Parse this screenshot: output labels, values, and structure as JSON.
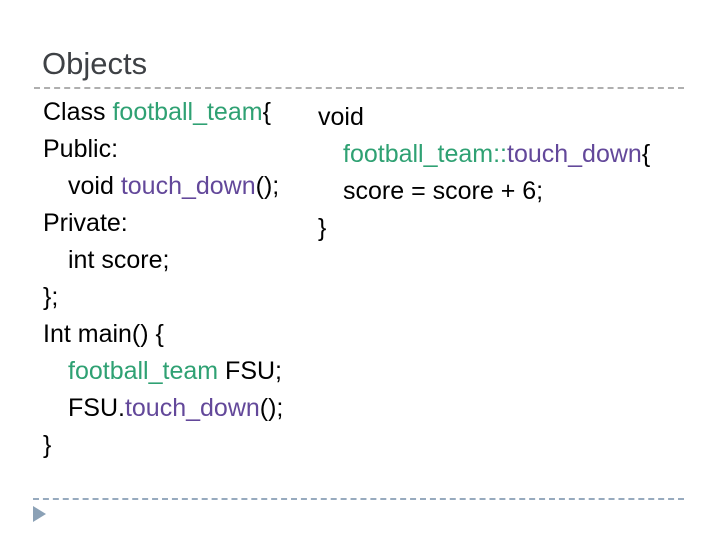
{
  "slide": {
    "title": "Objects"
  },
  "colors": {
    "title": "#3E4145",
    "code_default": "#000000",
    "type_green": "#2FA173",
    "method_purple": "#63489A",
    "divider_top": "#AFAFAF",
    "divider_bottom": "#97AABE",
    "triangle": "#8BA1B6"
  },
  "code_left": {
    "lines": [
      {
        "indent": 0,
        "segments": [
          {
            "text": "Class ",
            "color": "default"
          },
          {
            "text": "football_team",
            "color": "green"
          },
          {
            "text": "{",
            "color": "default"
          }
        ]
      },
      {
        "indent": 0,
        "segments": [
          {
            "text": "Public:",
            "color": "default"
          }
        ]
      },
      {
        "indent": 1,
        "segments": [
          {
            "text": "void ",
            "color": "default"
          },
          {
            "text": "touch_down",
            "color": "purple"
          },
          {
            "text": "();",
            "color": "default"
          }
        ]
      },
      {
        "indent": 0,
        "segments": [
          {
            "text": "Private:",
            "color": "default"
          }
        ]
      },
      {
        "indent": 1,
        "segments": [
          {
            "text": "int score;",
            "color": "default"
          }
        ]
      },
      {
        "indent": 0,
        "segments": [
          {
            "text": "};",
            "color": "default"
          }
        ]
      },
      {
        "indent": 0,
        "segments": [
          {
            "text": "Int main() {",
            "color": "default"
          }
        ]
      },
      {
        "indent": 1,
        "segments": [
          {
            "text": "football_team",
            "color": "green"
          },
          {
            "text": " FSU;",
            "color": "default"
          }
        ]
      },
      {
        "indent": 1,
        "segments": [
          {
            "text": "FSU.",
            "color": "default"
          },
          {
            "text": "touch_down",
            "color": "purple"
          },
          {
            "text": "();",
            "color": "default"
          }
        ]
      },
      {
        "indent": 0,
        "segments": [
          {
            "text": "}",
            "color": "default"
          }
        ]
      }
    ]
  },
  "code_right": {
    "lines": [
      {
        "indent": 0,
        "segments": [
          {
            "text": "void",
            "color": "default"
          }
        ]
      },
      {
        "indent": 1,
        "segments": [
          {
            "text": "football_team::",
            "color": "green"
          },
          {
            "text": "touch_down",
            "color": "purple"
          },
          {
            "text": "{",
            "color": "default"
          }
        ]
      },
      {
        "indent": 1,
        "segments": [
          {
            "text": "score = score + 6;",
            "color": "default"
          }
        ]
      },
      {
        "indent": 0,
        "segments": [
          {
            "text": "}",
            "color": "default"
          }
        ]
      }
    ]
  }
}
